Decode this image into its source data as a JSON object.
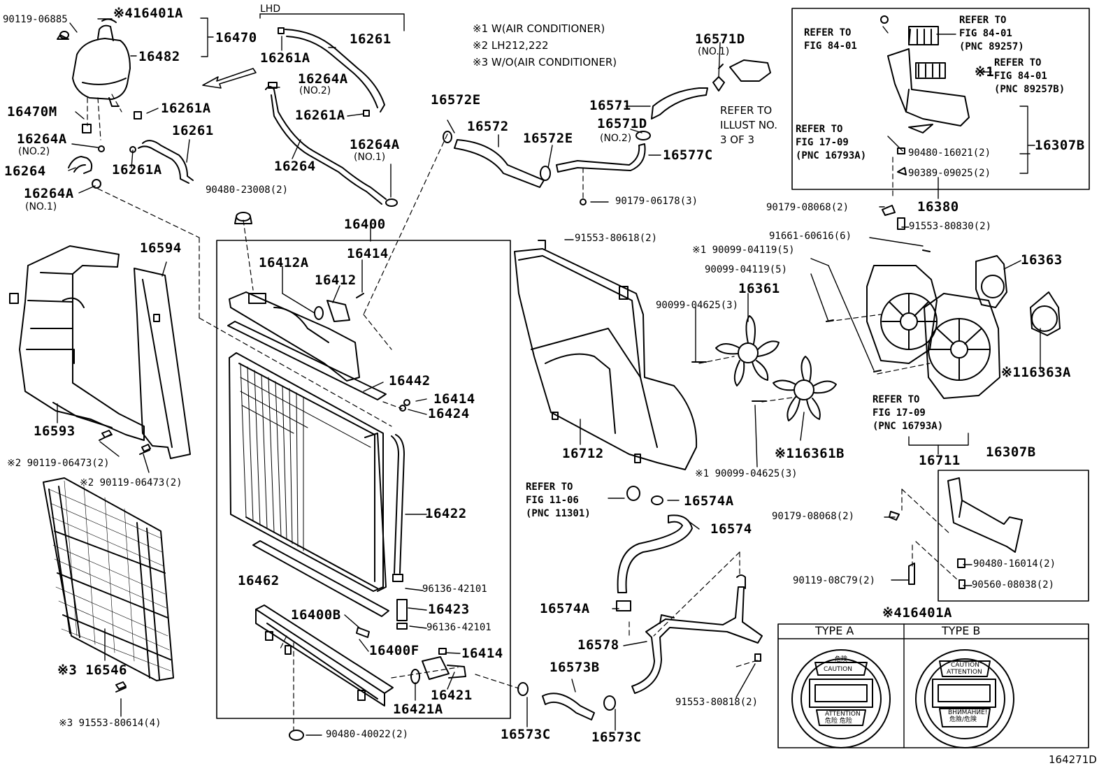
{
  "colors": {
    "ink": "#000000",
    "paper": "#ffffff"
  },
  "header": {
    "lhd": "LHD"
  },
  "notes": [
    "※1 W(AIR CONDITIONER)",
    "※2 LH212,222",
    "※3 W/O(AIR CONDITIONER)"
  ],
  "labels": {
    "p90119_06885": "90119-06885",
    "p16401a_top": "※416401A",
    "p16470": "16470",
    "p16482": "16482",
    "p16470m": "16470M",
    "p16261a_1": "16261A",
    "p16264a_no2_a": "16264A",
    "no2_a": "(NO.2)",
    "p16261_a": "16261",
    "p16264_a": "16264",
    "p16261a_2": "16261A",
    "p16264a_no1_a": "16264A",
    "no1_a": "(NO.1)",
    "p16261a_3": "16261A",
    "p16261_b": "16261",
    "p16264a_no2_b": "16264A",
    "no2_b": "(NO.2)",
    "p16261a_4": "16261A",
    "p16264_b": "16264",
    "p16264a_no1_b": "16264A",
    "no1_b": "(NO.1)",
    "p90480_23008": "90480-23008(2)",
    "p16400": "16400",
    "p16412a": "16412A",
    "p16414_a": "16414",
    "p16412": "16412",
    "p16594": "16594",
    "p16593": "16593",
    "p16442": "16442",
    "p16414_b": "16414",
    "p16424": "16424",
    "p90119_06473_a": "※2 90119-06473(2)",
    "p90119_06473_b": "※2 90119-06473(2)",
    "p16422": "16422",
    "p16462": "16462",
    "p96136_a": "96136-42101",
    "p16423": "16423",
    "p96136_b": "96136-42101",
    "p16400b": "16400B",
    "p16400f": "16400F",
    "p16414_c": "16414",
    "p16421": "16421",
    "p16421a": "16421A",
    "p16546": "※3 16546",
    "p91553_80614": "※3 91553-80614(4)",
    "p90480_40022": "90480-40022(2)",
    "p16572e_a": "16572E",
    "p16572": "16572",
    "p16572e_b": "16572E",
    "p16571d_a": "16571D",
    "no1_c": "(NO.1)",
    "p16571": "16571",
    "p16571d_b": "16571D",
    "no2_c": "(NO.2)",
    "p16577c": "16577C",
    "p90179_06178": "90179-06178(3)",
    "p91553_80618": "91553-80618(2)",
    "p16712": "16712",
    "p90099_04625_a": "90099-04625(3)",
    "p16361": "16361",
    "p16361b": "※116361B",
    "p90099_04625_b": "※1 90099-04625(3)",
    "p91661_60616": "91661-60616(6)",
    "p90099_04119_a": "※1 90099-04119(5)",
    "p90099_04119_b": "90099-04119(5)",
    "p16363": "16363",
    "p16363a": "※116363A",
    "p16711": "16711",
    "p16307b_a": "16307B",
    "p16307b_b": "16307B",
    "p90480_16021": "90480-16021(2)",
    "p90389_09025": "90389-09025(2)",
    "p90179_08068_a": "90179-08068(2)",
    "p16380": "16380",
    "p91553_80830": "91553-80830(2)",
    "p90179_08068_b": "90179-08068(2)",
    "p90480_16014": "90480-16014(2)",
    "p90119_08c79": "90119-08C79(2)",
    "p90560_08038": "90560-08038(2)",
    "p16574a_a": "16574A",
    "p16574": "16574",
    "p16574a_b": "16574A",
    "p16578": "16578",
    "p16573b": "16573B",
    "p16573c_a": "16573C",
    "p16573c_b": "16573C",
    "p91553_80818": "91553-80818(2)",
    "p16401a_box": "※416401A",
    "type_a": "TYPE A",
    "type_b": "TYPE B",
    "illus_no": "164271D",
    "r_mark": "※1"
  },
  "refs": {
    "fig84_a": "REFER TO\nFIG 84-01",
    "fig84_b": "REFER TO\nFIG 84-01\n(PNC 89257)",
    "fig84_c": "REFER TO\nFIG 84-01\n(PNC 89257B)",
    "fig1709_a": "REFER TO\nFIG 17-09\n(PNC 16793A)",
    "fig1709_b": "REFER TO\nFIG 17-09\n(PNC 16793A)",
    "fig1106": "REFER TO\nFIG 11-06\n(PNC 11301)",
    "illust": "REFER TO\nILLUST NO.\n3 OF 3"
  },
  "caps": {
    "a_top1": "危険",
    "a_top2": "CAUTION",
    "a_bot1": "ATTENTION",
    "a_bot2": "危险  危险",
    "b_top1": "CAUTION",
    "b_top2": "ATTENTION",
    "b_bot1": "BHИMAHИE!",
    "b_bot2": "危險/危険"
  }
}
